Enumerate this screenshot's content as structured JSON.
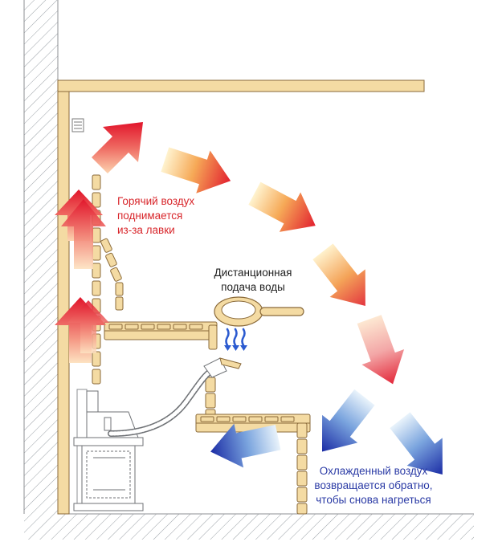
{
  "labels": {
    "hot_air": {
      "lines": [
        "Горячий воздух",
        "поднимается",
        "из-за лавки"
      ]
    },
    "water": {
      "lines": [
        "Дистанционная",
        "подача воды"
      ]
    },
    "cool_air": {
      "lines": [
        "Охлажденный воздух",
        "возвращается обратно,",
        "чтобы снова нагреться"
      ]
    }
  },
  "colors": {
    "hot_text": "#d8262b",
    "water_text": "#1e1e1e",
    "cool_text": "#2a3aa5",
    "hot_arrow": "#e3172a",
    "warm_arrow": "#f5a14a",
    "cool_arrow": "#1d2fa6",
    "water_drops": "#2c5bd0",
    "wood": "#f4dba3",
    "wood_stroke": "#8a6a3a",
    "hatch": "#9aa0a6"
  }
}
